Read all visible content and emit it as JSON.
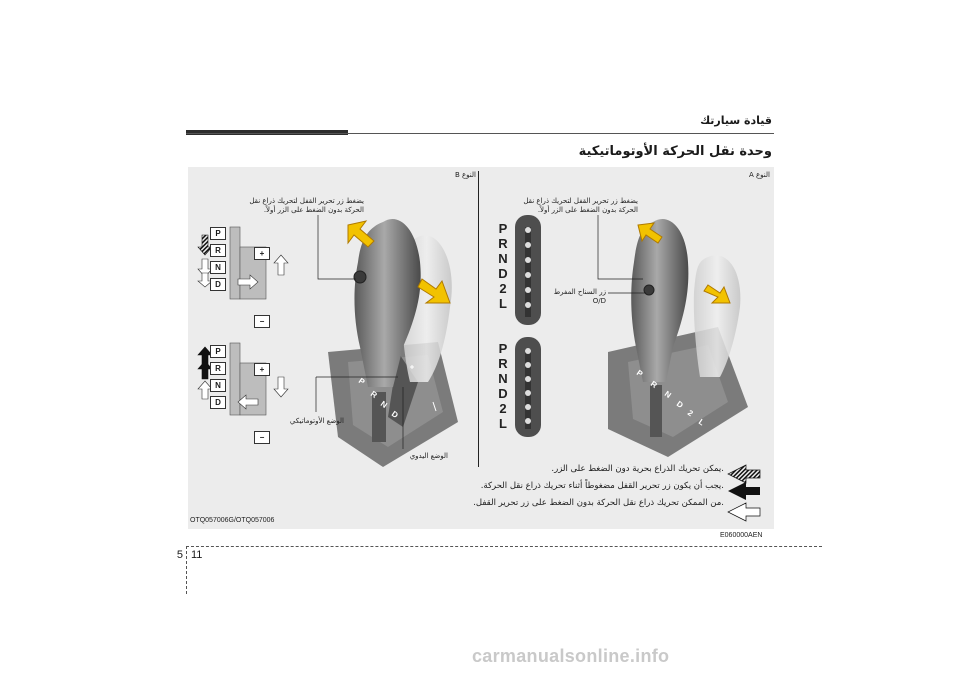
{
  "header": {
    "title": "قيادة سيارتك"
  },
  "section": {
    "title": "وحدة نقل الحركة الأوتوماتيكية"
  },
  "figure": {
    "panel_a": {
      "tag": "النوع A",
      "callout_button": "يضغط زر تحرير القفل لتحريك ذراع نقل الحركة بدون الضغط على الزر أولاً.",
      "callout_od": "زر السناح المفرط O/D"
    },
    "panel_b": {
      "tag": "النوع B",
      "callout_button": "يضغط زر تحرير القفل لتحريك ذراع نقل الحركة بدون الضغط على الزر أولاً.",
      "callout_manual": "الوضع الأوتوماتيكي",
      "callout_sport": "الوضع اليدوي"
    },
    "gear_strip_1": [
      "P",
      "R",
      "N",
      "D",
      "2",
      "L"
    ],
    "gear_strip_2": [
      "P",
      "R",
      "N",
      "D",
      "2",
      "L"
    ],
    "gate_letters": [
      "P",
      "R",
      "N",
      "D"
    ],
    "gate_plus": "+",
    "gate_minus": "−",
    "figure_code": "OTQ057006G/OTQ057006",
    "legend": [
      {
        "icon": "striped-arrow-icon",
        "text": ".يمكن تحريك الذراع بحرية دون الضغط على الزر."
      },
      {
        "icon": "solid-arrow-icon",
        "text": ".يجب أن يكون زر تحرير القفل مضغوطاً أثناء تحريك ذراع نقل الحركة."
      },
      {
        "icon": "outline-arrow-icon",
        "text": ".من الممكن تحريك ذراع نقل الحركة بدون الضغط على زر تحرير القفل."
      }
    ]
  },
  "doc_code": "E060000AEN",
  "page": {
    "section": "5",
    "number": "11"
  },
  "watermark": "carmanualsonline.info",
  "colors": {
    "arrow_yellow": "#f2c200",
    "arrow_stroke": "#b07a00",
    "console_gray": "#7b7b7b",
    "bg_gray": "#ececec"
  }
}
